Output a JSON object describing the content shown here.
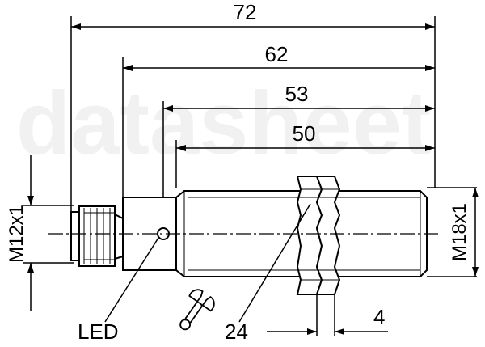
{
  "dimensions": {
    "total_length": "72",
    "length_62": "62",
    "length_53": "53",
    "thread_length": "50",
    "nut_thickness": "4",
    "wrench_size": "24"
  },
  "labels": {
    "connector_thread": "M12x1",
    "body_thread": "M18x1",
    "led": "LED"
  },
  "icons": {
    "wrench": "wrench-icon"
  }
}
